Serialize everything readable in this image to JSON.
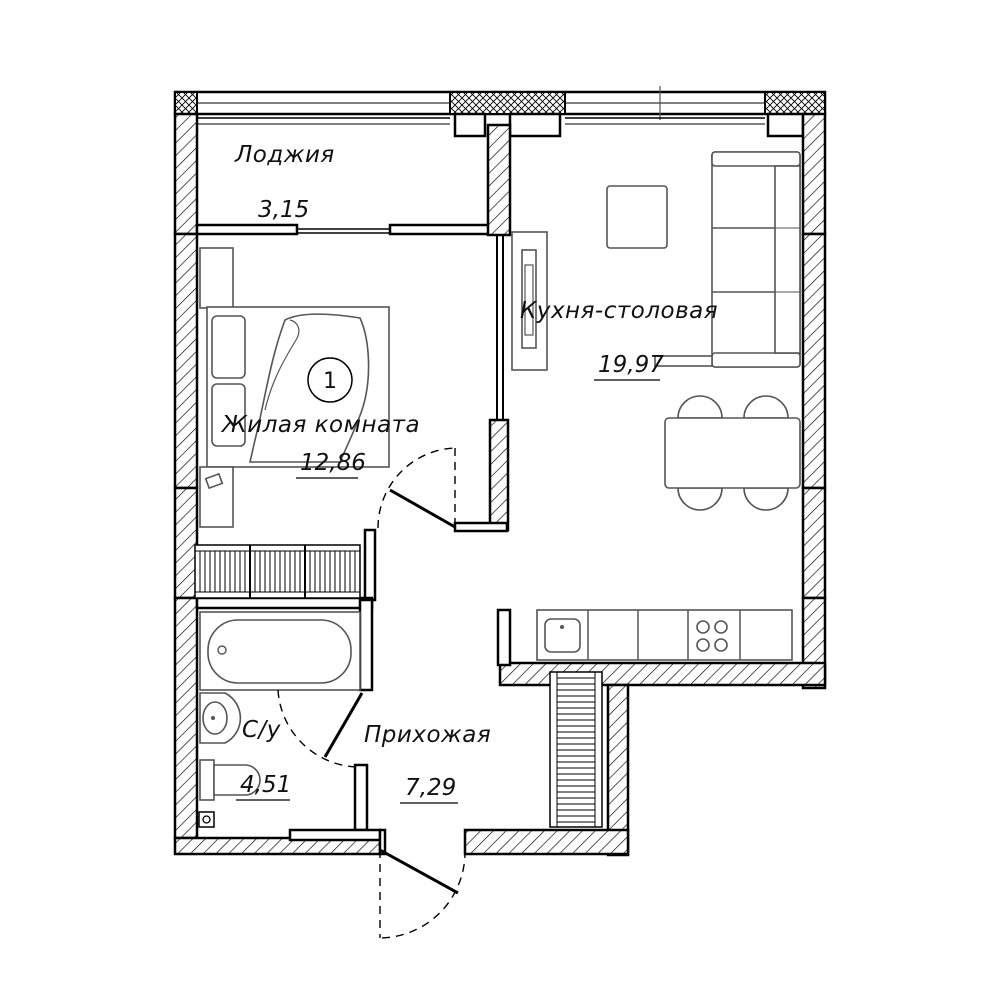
{
  "rooms": {
    "loggia": {
      "name": "Лоджия",
      "area": "3,15"
    },
    "living": {
      "name": "Жилая комната",
      "area": "12,86",
      "number": "1"
    },
    "kitchen": {
      "name": "Кухня-столовая",
      "area": "19,97"
    },
    "bathroom": {
      "name": "С/у",
      "area": "4,51"
    },
    "hallway": {
      "name": "Прихожая",
      "area": "7,29"
    }
  },
  "colors": {
    "line": "#000000",
    "furniture": "#555555",
    "background": "#ffffff"
  },
  "icons": [
    "sofa-icon",
    "bed-icon",
    "dining-table-icon",
    "bathtub-icon",
    "sink-icon",
    "toilet-icon",
    "stove-icon",
    "radiator-icon",
    "door-swing-icon"
  ]
}
